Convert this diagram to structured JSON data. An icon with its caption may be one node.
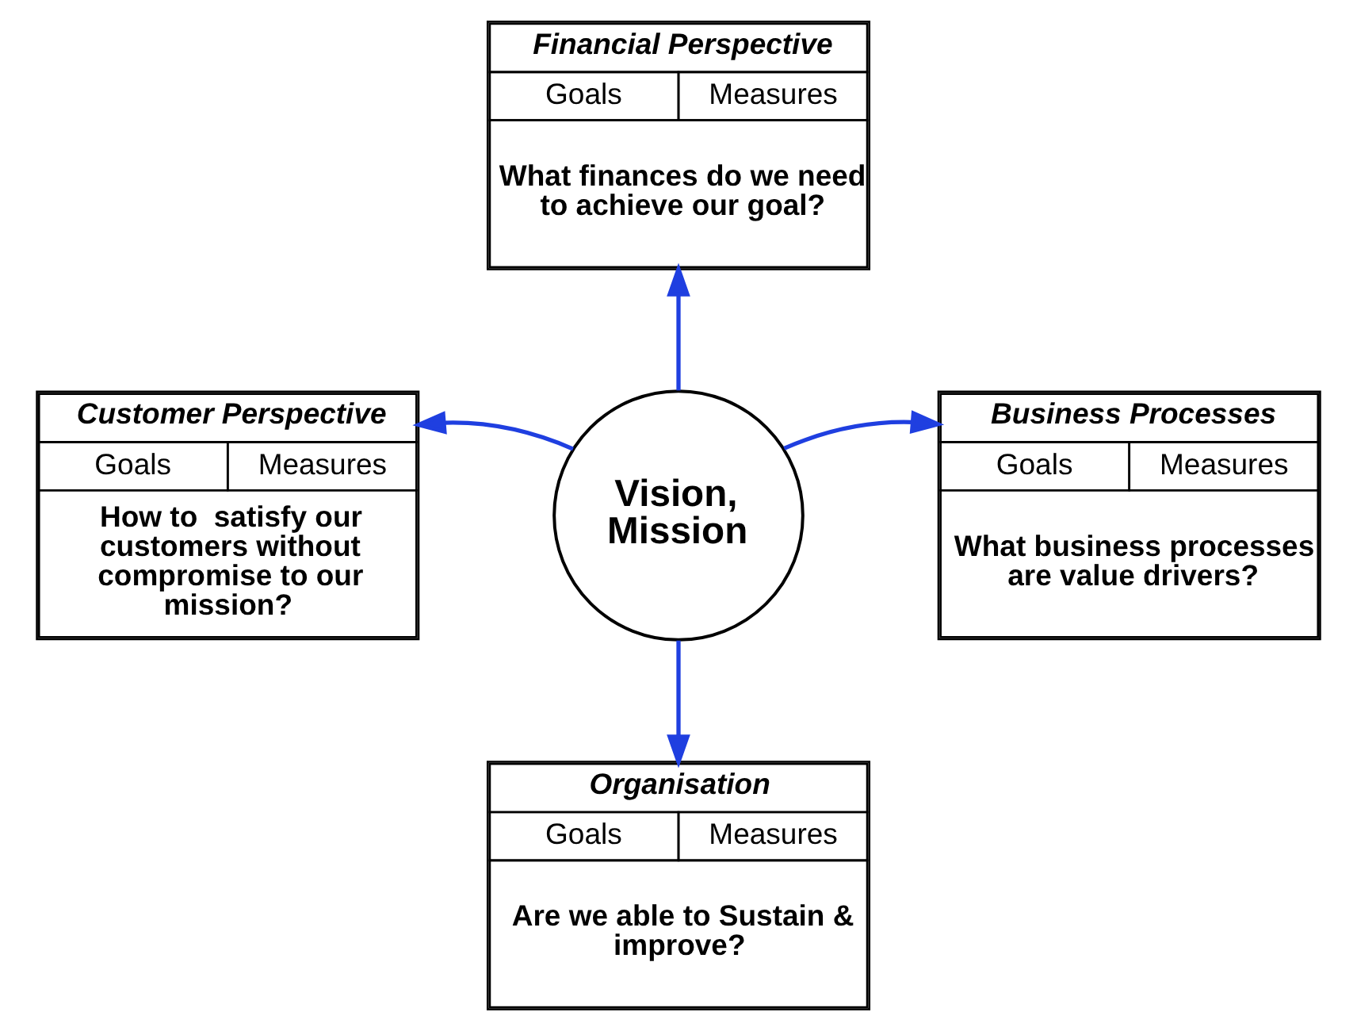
{
  "diagram": {
    "nodes": [
      {
        "text": [
          "Financial Perspective",
          "Goals",
          "Measures",
          "What finances do we need to achieve our goal?"
        ]
      },
      {
        "text": [
          "Customer Perspective",
          "Goals",
          "Measures",
          "How to  satisfy our customers without compromise to our mission?"
        ]
      },
      {
        "text": [
          "Vision, Mission"
        ]
      },
      {
        "text": [
          "Business Processes",
          "Goals",
          "Measures",
          "What business processes are value drivers?"
        ]
      },
      {
        "text": [
          "Organisation",
          "Goals",
          "Measures",
          "Are we able to Sustain & improve?"
        ]
      }
    ],
    "edges": [
      {
        "from": 2,
        "to": 0,
        "arrow": "to"
      },
      {
        "from": 2,
        "to": 1,
        "arrow": "to"
      },
      {
        "from": 2,
        "to": 3,
        "arrow": "to"
      },
      {
        "from": 2,
        "to": 4,
        "arrow": "to"
      }
    ]
  }
}
